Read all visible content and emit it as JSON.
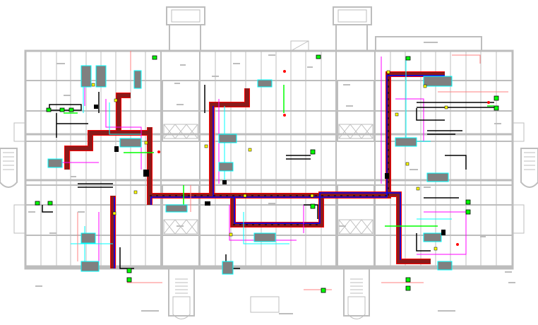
{
  "drawing": {
    "type": "HVAC floor plan (CAD)",
    "background": "#ffffff",
    "colors": {
      "walls": "#bdbdbd",
      "supply_duct": "#8b1a1a",
      "supply_duct_edge": "#ff0000",
      "return_line": "#0000ff",
      "magenta_line": "#ff00ff",
      "cyan_line": "#00ffff",
      "green_line": "#00ff00",
      "yellow_marker": "#ffff00",
      "pink_line": "#ff8080",
      "black_duct": "#000000"
    },
    "stair_towers": [
      {
        "name": "top-left-stair"
      },
      {
        "name": "top-right-stair"
      },
      {
        "name": "bottom-left-stair"
      },
      {
        "name": "bottom-right-stair"
      },
      {
        "name": "left-end-stair"
      },
      {
        "name": "right-end-stair"
      }
    ],
    "elevator_shafts": 4,
    "text_labels_legible": false
  }
}
